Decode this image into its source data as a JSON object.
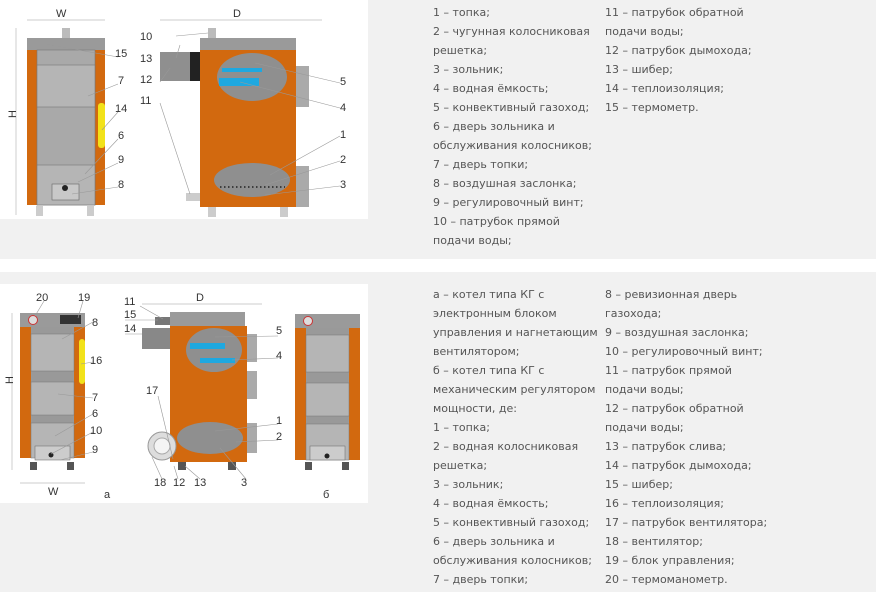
{
  "section1": {
    "figure": {
      "dims": {
        "w": "W",
        "h": "H",
        "d": "D"
      },
      "callouts": {
        "c1": "1",
        "c2": "2",
        "c3": "3",
        "c4": "4",
        "c5": "5",
        "c6": "6",
        "c7": "7",
        "c8": "8",
        "c9": "9",
        "c10": "10",
        "c11": "11",
        "c12": "12",
        "c13": "13",
        "c14": "14",
        "c15": "15"
      }
    },
    "legend_col1": [
      "1 – топка;",
      "2 – чугунная колосниковая решетка;",
      "3 – зольник;",
      "4 – водная ёмкость;",
      "5 – конвективный газоход;",
      "6 – дверь зольника и обслуживания колосников;",
      "7 – дверь топки;",
      "8 – воздушная заслонка;",
      "9 – регулировочный винт;",
      "10 – патрубок прямой подачи воды;"
    ],
    "legend_col2": [
      "11 – патрубок обратной подачи воды;",
      "12 – патрубок дымохода;",
      "13 – шибер;",
      "14 – теплоизоляция;",
      "15 – термометр."
    ]
  },
  "section2": {
    "figure": {
      "dims": {
        "w": "W",
        "h": "H",
        "d": "D"
      },
      "view_a": "а",
      "view_b": "б",
      "callouts": {
        "c1": "1",
        "c2": "2",
        "c3": "3",
        "c4": "4",
        "c5": "5",
        "c6": "6",
        "c7": "7",
        "c8": "8",
        "c9": "9",
        "c10": "10",
        "c11": "11",
        "c12": "12",
        "c13": "13",
        "c14": "14",
        "c15": "15",
        "c16": "16",
        "c17": "17",
        "c18": "18",
        "c19": "19",
        "c20": "20"
      }
    },
    "legend_col1": [
      "а – котел типа КГ с электронным блоком управления и нагнетающим вентилятором;",
      "б – котел типа КГ с механическим регулятором мощности, де:",
      "1 – топка;",
      "2 – водная колосниковая решетка;",
      "3 – зольник;",
      "4 – водная ёмкость;",
      "5 – конвективный газоход;",
      "6 – дверь зольника и обслуживания колосников;",
      "7 – дверь топки;"
    ],
    "legend_col2": [
      "8 – ревизионная дверь газохода;",
      "9 – воздушная заслонка;",
      "10 – регулировочный винт;",
      "11 – патрубок прямой подачи воды;",
      "12 – патрубок обратной подачи воды;",
      "13 – патрубок слива;",
      "14 – патрубок дымохода;",
      "15 – шибер;",
      "16 – теплоизоляция;",
      "17 – патрубок вентилятора;",
      "18 – вентилятор;",
      "19 – блок управления;",
      "20 – термоманометр."
    ]
  },
  "colors": {
    "body": "#d2690f",
    "steel": "#a9a9a9",
    "water": "#1ea8e0",
    "insulation": "#f2e21a",
    "panel": "#f1f1f1",
    "text": "#555555"
  }
}
